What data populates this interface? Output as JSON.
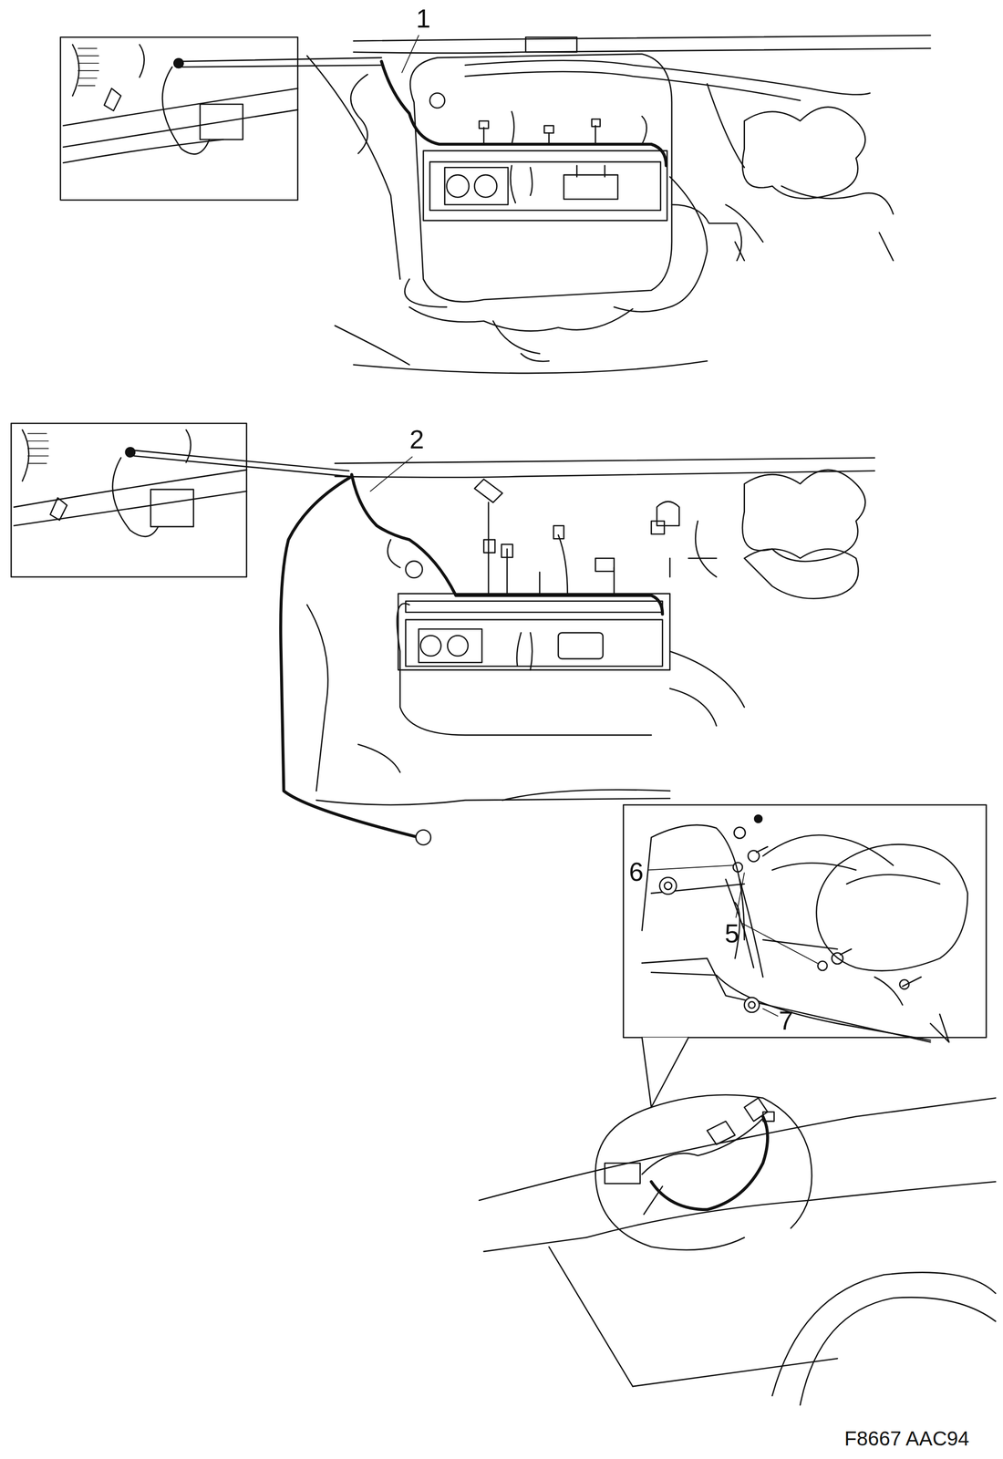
{
  "diagram": {
    "labels": [
      "1",
      "2",
      "6",
      "5",
      "7",
      "F8667 AAC94"
    ]
  }
}
